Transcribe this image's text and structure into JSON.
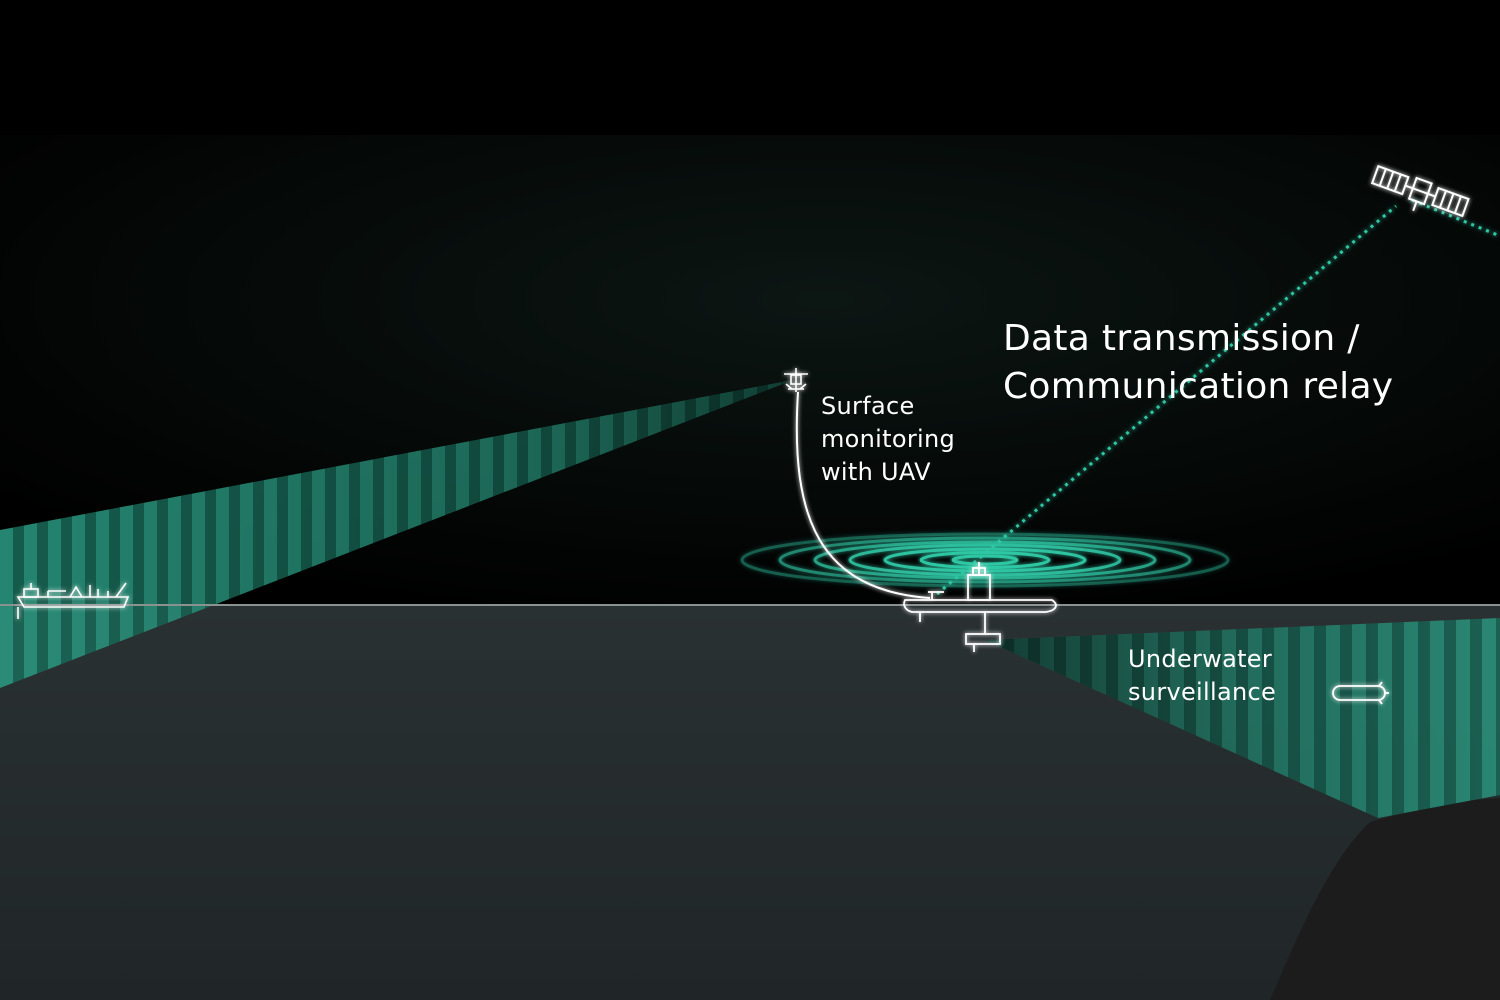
{
  "labels": {
    "surface_monitoring": "Surface\nmonitoring\nwith UAV",
    "data_transmission": "Data transmission /\nCommunication relay",
    "underwater": "Underwater\nsurveillance"
  },
  "colors": {
    "background": "#000000",
    "sky_glow": "#0b1412",
    "water": "#262c2e",
    "seabed": "#1e1e1e",
    "accent": "#2fc7a4",
    "beam": "#1f8f78",
    "outline": "#ffffff"
  },
  "icons": {
    "satellite": "satellite-icon",
    "uav": "uav-icon",
    "usv": "usv-icon",
    "ship": "ship-icon",
    "auv": "auv-icon"
  }
}
